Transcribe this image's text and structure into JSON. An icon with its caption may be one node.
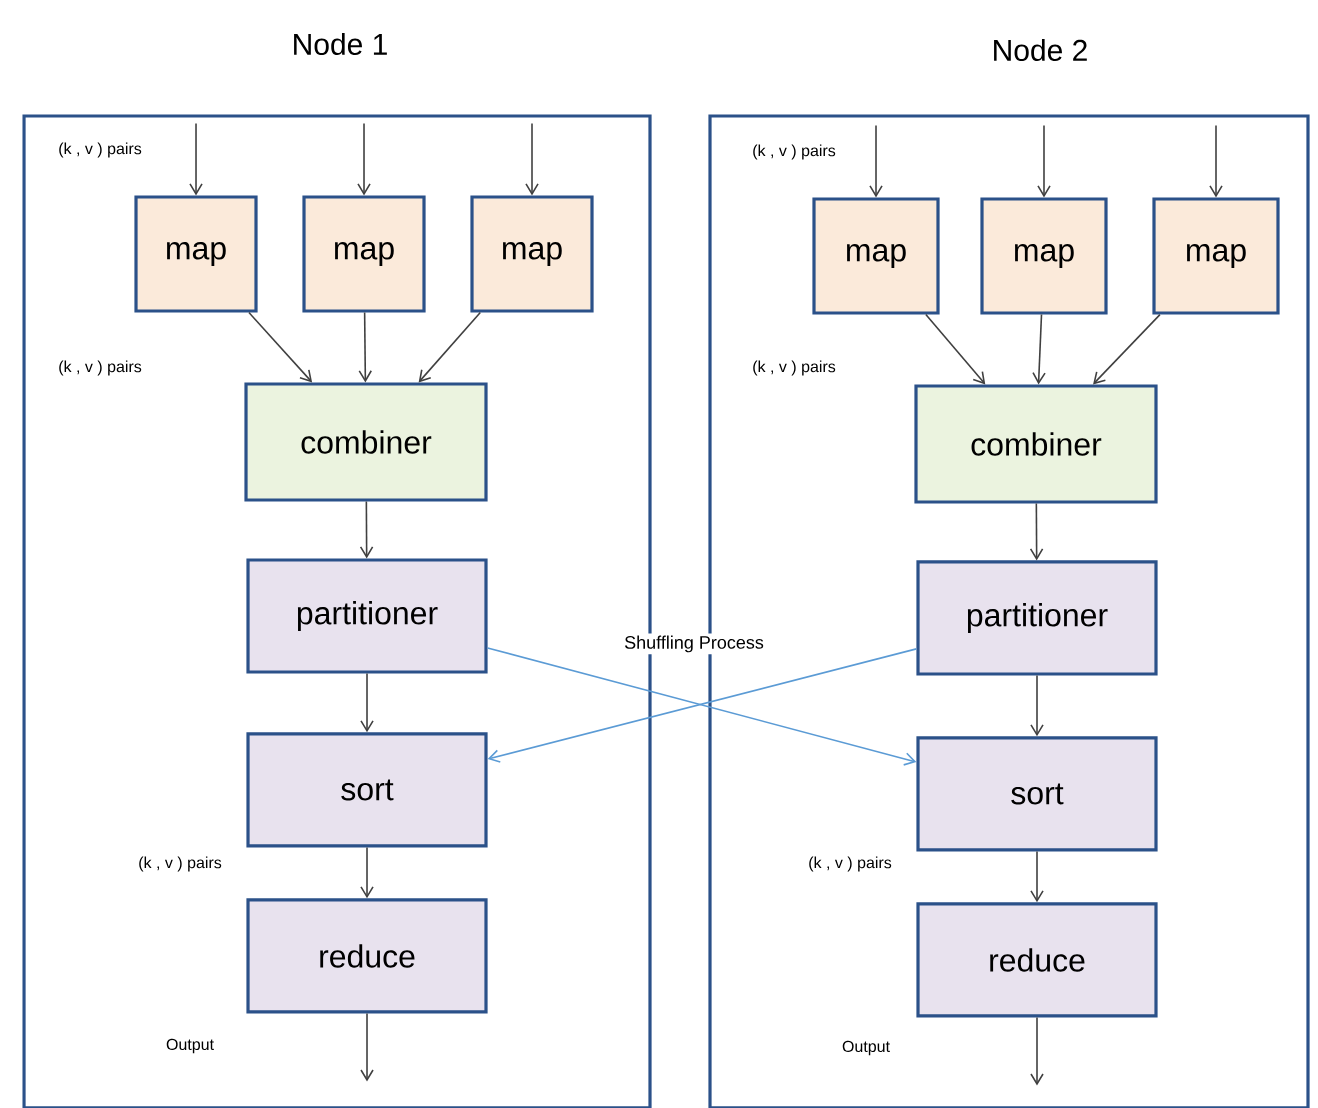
{
  "diagram": {
    "nodes": [
      {
        "text": [
          "Node 1"
        ]
      },
      {
        "text": [
          "map"
        ],
        "in": 0
      },
      {
        "text": [
          "map"
        ],
        "in": 0
      },
      {
        "text": [
          "map"
        ],
        "in": 0
      },
      {
        "text": [
          "combiner"
        ],
        "in": 0
      },
      {
        "text": [
          "partitioner"
        ],
        "in": 0
      },
      {
        "text": [
          "sort"
        ],
        "in": 0
      },
      {
        "text": [
          "reduce"
        ],
        "in": 0
      },
      {
        "text": [
          "Node 2"
        ]
      },
      {
        "text": [
          "map"
        ],
        "in": 8
      },
      {
        "text": [
          "map"
        ],
        "in": 8
      },
      {
        "text": [
          "map"
        ],
        "in": 8
      },
      {
        "text": [
          "combiner"
        ],
        "in": 8
      },
      {
        "text": [
          "partitioner"
        ],
        "in": 8
      },
      {
        "text": [
          "sort"
        ],
        "in": 8
      },
      {
        "text": [
          "reduce"
        ],
        "in": 8
      }
    ],
    "edges": [
      {
        "from": null,
        "to": 1,
        "arrow": "to"
      },
      {
        "from": null,
        "to": 2,
        "arrow": "to"
      },
      {
        "from": null,
        "to": 3,
        "arrow": "to"
      },
      {
        "from": 1,
        "to": 4,
        "arrow": "to"
      },
      {
        "from": 2,
        "to": 4,
        "arrow": "to"
      },
      {
        "from": 3,
        "to": 4,
        "arrow": "to"
      },
      {
        "from": 4,
        "to": 5,
        "arrow": "to"
      },
      {
        "from": 5,
        "to": 6,
        "arrow": "to"
      },
      {
        "from": 6,
        "to": 7,
        "arrow": "to"
      },
      {
        "from": 7,
        "to": null,
        "arrow": "to"
      },
      {
        "from": null,
        "to": 9,
        "arrow": "to"
      },
      {
        "from": null,
        "to": 10,
        "arrow": "to"
      },
      {
        "from": null,
        "to": 11,
        "arrow": "to"
      },
      {
        "from": 9,
        "to": 12,
        "arrow": "to"
      },
      {
        "from": 10,
        "to": 12,
        "arrow": "to"
      },
      {
        "from": 11,
        "to": 12,
        "arrow": "to"
      },
      {
        "from": 12,
        "to": 13,
        "arrow": "to"
      },
      {
        "from": 13,
        "to": 14,
        "arrow": "to"
      },
      {
        "from": 14,
        "to": 15,
        "arrow": "to"
      },
      {
        "from": 15,
        "to": null,
        "arrow": "to"
      },
      {
        "from": 5,
        "to": 14,
        "arrow": "to",
        "color": "#5b9bd5"
      },
      {
        "from": 13,
        "to": 6,
        "arrow": "to",
        "color": "#5b9bd5"
      }
    ],
    "labels": [
      "(k , v ) pairs",
      "(k , v ) pairs",
      "(k , v ) pairs",
      "(k , v ) pairs",
      "Shuffling Process",
      "(k , v ) pairs",
      "(k , v ) pairs",
      "Output",
      "Output"
    ]
  }
}
